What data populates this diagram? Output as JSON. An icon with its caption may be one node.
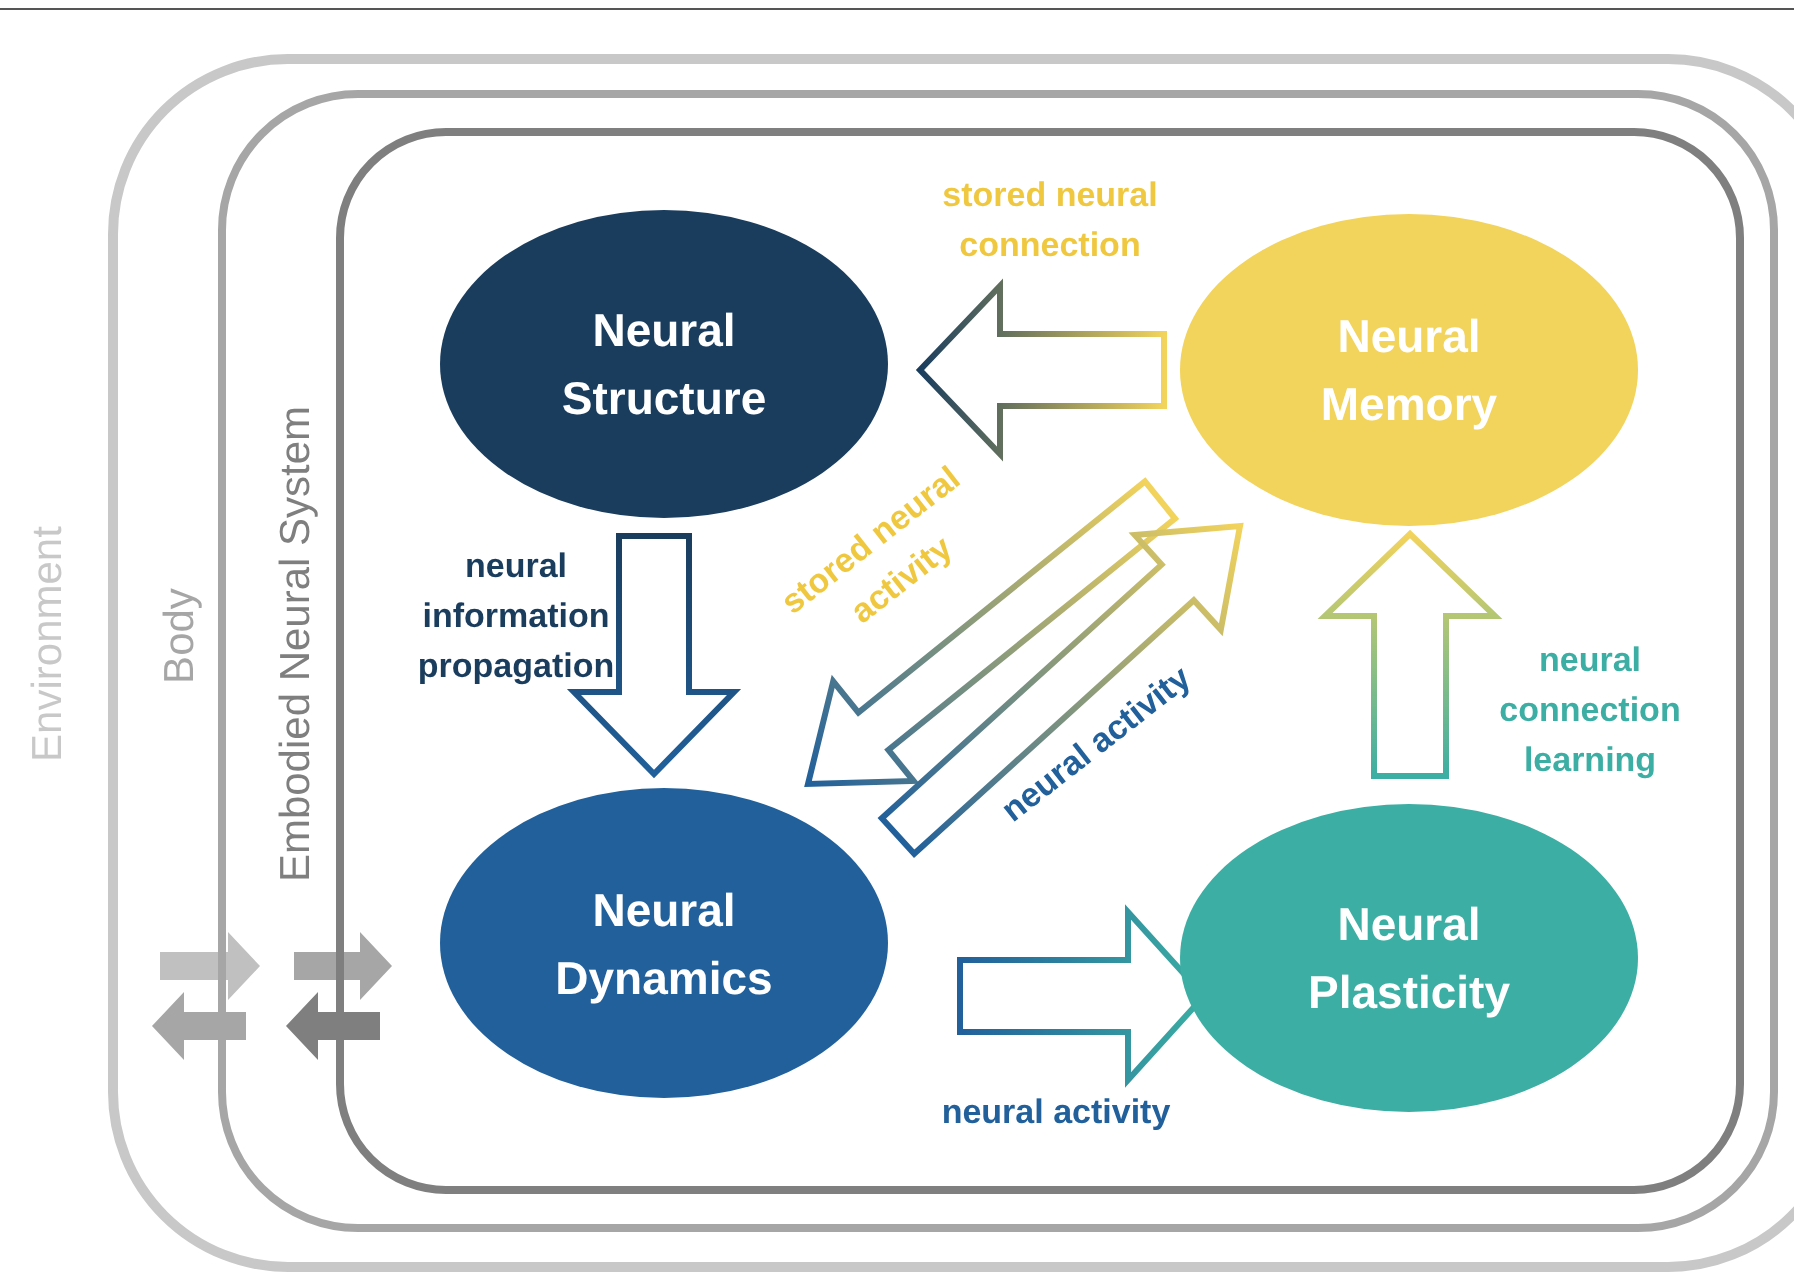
{
  "diagram": {
    "nodes": [
      {
        "text": [
          "Environment"
        ]
      },
      {
        "text": [
          "Body"
        ],
        "in": 0
      },
      {
        "text": [
          "Embodied Neural System"
        ],
        "in": 1
      },
      {
        "text": [
          "Neural Structure"
        ],
        "in": 2
      },
      {
        "text": [
          "Neural Memory"
        ],
        "in": 2
      },
      {
        "text": [
          "Neural Dynamics"
        ],
        "in": 2
      },
      {
        "text": [
          "Neural Plasticity"
        ],
        "in": 2
      }
    ],
    "edges": [
      {
        "from": 4,
        "to": 3,
        "arrow": "to",
        "label": "stored neural connection"
      },
      {
        "from": 3,
        "to": 5,
        "arrow": "to",
        "label": "neural information propagation"
      },
      {
        "from": 4,
        "to": 5,
        "arrow": "to",
        "label": "stored neural activity"
      },
      {
        "from": 5,
        "to": 4,
        "arrow": "to",
        "label": "neural activity"
      },
      {
        "from": 5,
        "to": 6,
        "arrow": "to",
        "label": "neural activity"
      },
      {
        "from": 6,
        "to": 4,
        "arrow": "to",
        "label": "neural connection learning"
      },
      {
        "from": 0,
        "to": 1,
        "arrow": "to",
        "color": "#c0c0c0"
      },
      {
        "from": 1,
        "to": 0,
        "arrow": "to",
        "color": "#a6a6a6"
      },
      {
        "from": 1,
        "to": 2,
        "arrow": "to",
        "color": "#a6a6a6"
      },
      {
        "from": 2,
        "to": 1,
        "arrow": "to",
        "color": "#7f7f7f"
      }
    ]
  }
}
